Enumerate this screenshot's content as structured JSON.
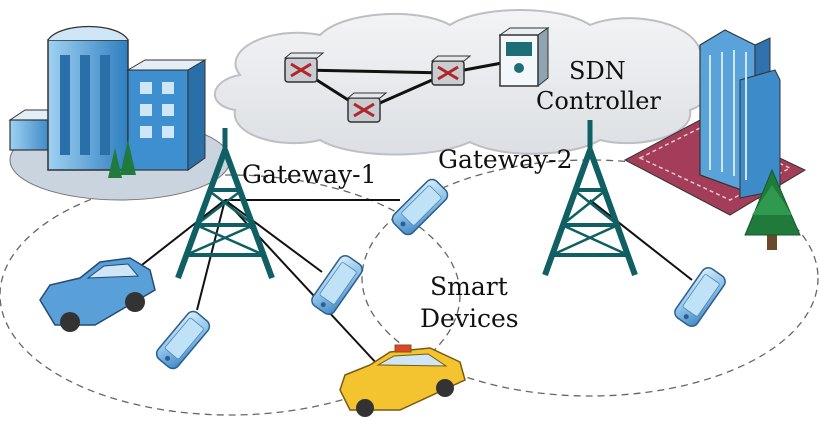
{
  "controller": {
    "label_line1": "SDN",
    "label_line2": "Controller"
  },
  "gateways": [
    {
      "label": "Gateway-1"
    },
    {
      "label": "Gateway-2"
    }
  ],
  "devices_label": {
    "line1": "Smart",
    "line2": "Devices"
  },
  "icons": {
    "cloud": "cloud-icon",
    "switch": "sdn-switch-icon",
    "server": "server-icon",
    "tower": "cell-tower-icon",
    "phone": "smartphone-icon",
    "car": "car-icon",
    "taxi": "taxi-icon",
    "building": "office-building-icon",
    "skyscraper": "skyscraper-icon",
    "tree": "tree-icon"
  },
  "colors": {
    "tower": "#0f5f63",
    "cloud": "#e7e9ec",
    "phone_body": "#8fc3ea",
    "car": "#5aa0d8",
    "taxi": "#f4c330",
    "building": "#4a9ed8",
    "tree": "#1f7a3c"
  }
}
